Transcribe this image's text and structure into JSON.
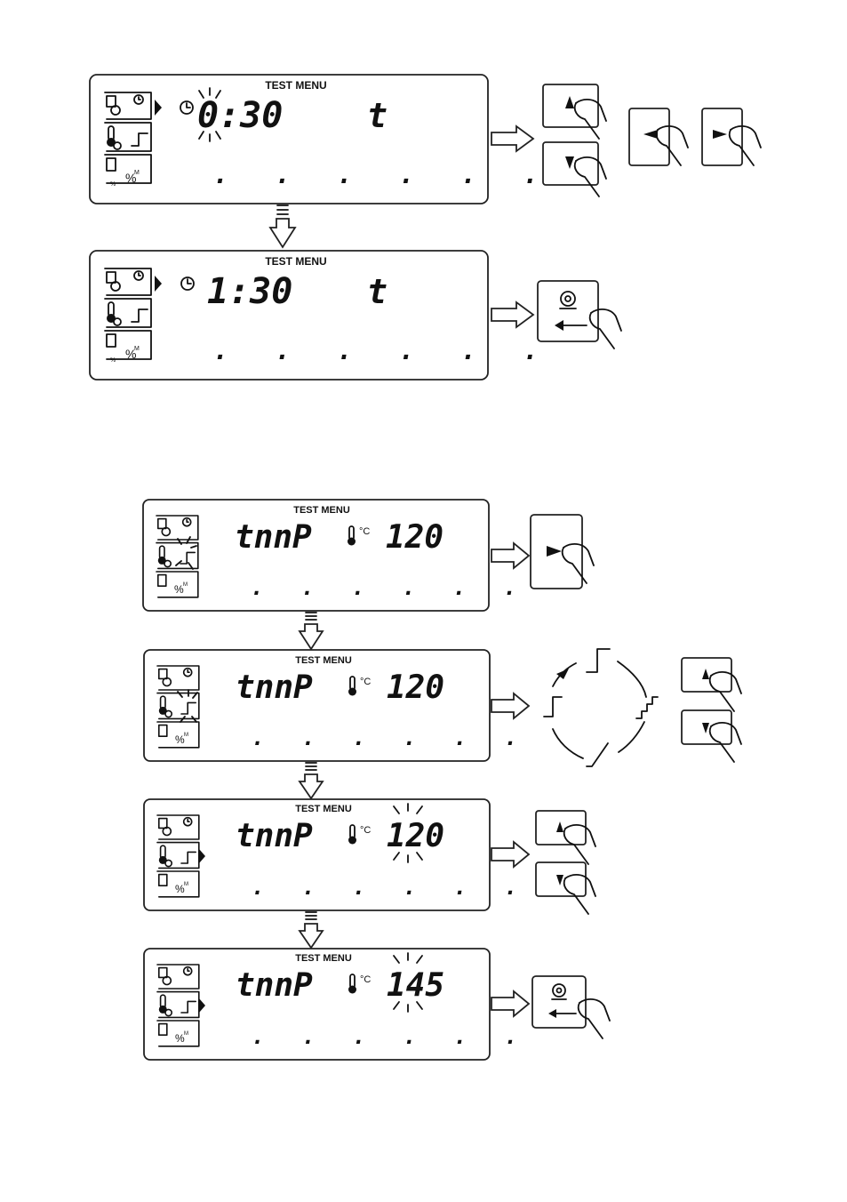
{
  "colors": {
    "ink": "#111111",
    "frame": "#222222",
    "background": "#ffffff"
  },
  "icons": [
    "clock-icon",
    "thermometer-icon",
    "step-profile-icon",
    "percent-icon",
    "scale-icon",
    "arrow-up-icon",
    "arrow-down-icon",
    "arrow-left-icon",
    "arrow-right-icon",
    "enter-icon",
    "print-icon",
    "hand-pointer-icon"
  ],
  "screens": [
    {
      "title": "TEST MENU",
      "value": "0:30",
      "right": "t",
      "dots": ". . . . . ."
    },
    {
      "title": "TEST MENU",
      "value": "1:30",
      "right": "t",
      "dots": ". . . . . ."
    },
    {
      "title": "TEST MENU",
      "value": "tnnP",
      "unit": "°C",
      "right": "120",
      "dots": ". . . . . ."
    },
    {
      "title": "TEST MENU",
      "value": "tnnP",
      "unit": "°C",
      "right": "120",
      "dots": ". . . . . ."
    },
    {
      "title": "TEST MENU",
      "value": "tnnP",
      "unit": "°C",
      "right": "120",
      "dots": ". . . . . ."
    },
    {
      "title": "TEST MENU",
      "value": "tnnP",
      "unit": "°C",
      "right": "145",
      "dots": ". . . . . ."
    }
  ],
  "sidebar_icon_percent": "%",
  "sidebar_icon_percent_sup": "M",
  "sidebar_icon_scale_sub": "%"
}
